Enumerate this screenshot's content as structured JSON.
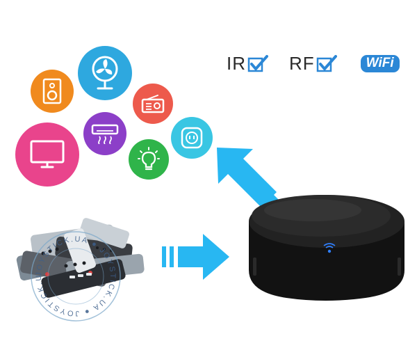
{
  "features": [
    {
      "label": "IR",
      "checked": true
    },
    {
      "label": "RF",
      "checked": true
    }
  ],
  "wifi_logo": {
    "part1": "Wi",
    "part2": "Fi"
  },
  "appliance_icons": [
    {
      "name": "tv-icon",
      "color": "#e9448c"
    },
    {
      "name": "speaker-icon",
      "color": "#f08a1e"
    },
    {
      "name": "fan-icon",
      "color": "#2ea8df"
    },
    {
      "name": "radio-icon",
      "color": "#ed5a4c"
    },
    {
      "name": "air-conditioner-icon",
      "color": "#8c3fc8"
    },
    {
      "name": "bulb-icon",
      "color": "#2fb44a"
    },
    {
      "name": "smart-plug-icon",
      "color": "#39c6e3"
    }
  ],
  "watermark": {
    "text": "JOYSTICK.UA"
  },
  "colors": {
    "arrow": "#28b7f2",
    "check": "#2b87d6",
    "hub": "#151515",
    "led": "#2f7fff"
  }
}
